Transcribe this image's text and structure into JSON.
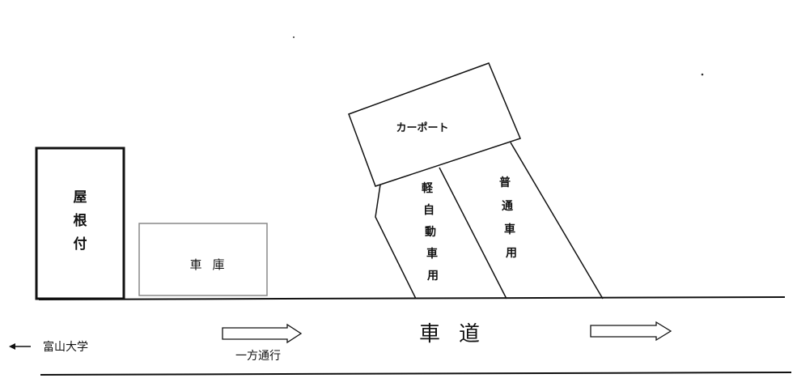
{
  "diagram": {
    "roofed_structure": {
      "chars": [
        "屋",
        "根",
        "付"
      ]
    },
    "garage": {
      "chars": [
        "車",
        "庫"
      ]
    },
    "carport": {
      "label": "カーポート"
    },
    "kei_car_space": {
      "chars": [
        "軽",
        "自",
        "動",
        "車",
        "用"
      ]
    },
    "regular_car_space": {
      "chars": [
        "普",
        "通",
        "車",
        "用"
      ]
    },
    "road": {
      "chars": [
        "車",
        "道"
      ]
    },
    "one_way_label": "一方通行",
    "direction_label": "富山大学",
    "colors": {
      "ink": "#111111",
      "garage_stroke": "#888888",
      "background": "#ffffff"
    },
    "icons": [
      "arrow-left-icon",
      "hollow-arrow-right-icon"
    ]
  }
}
